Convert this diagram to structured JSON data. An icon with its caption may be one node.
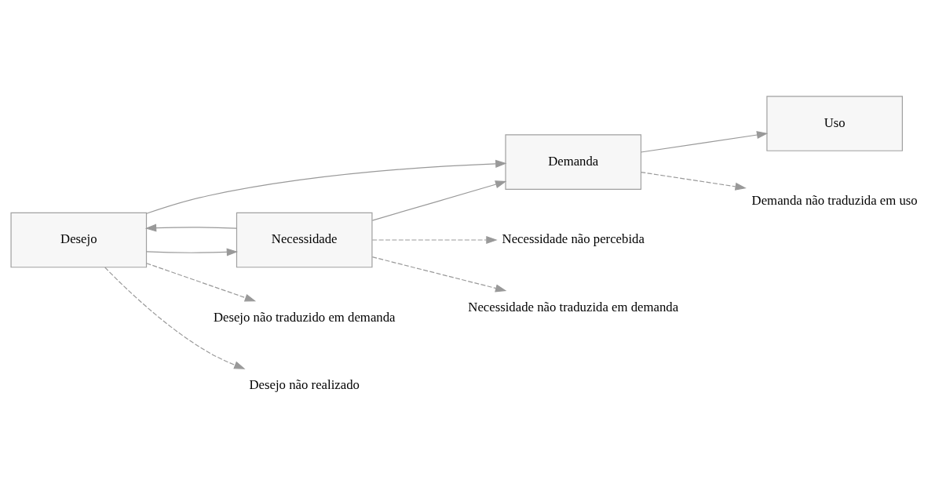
{
  "diagram": {
    "nodes": [
      {
        "text": [
          "Desejo"
        ]
      },
      {
        "text": [
          "Demanda"
        ]
      },
      {
        "text": [
          "Uso"
        ]
      },
      {
        "text": [
          "Necessidade"
        ]
      },
      {
        "text": [
          "Desejo não traduzido em demanda"
        ]
      },
      {
        "text": [
          "Desejo não realizado"
        ]
      },
      {
        "text": [
          "Necessidade não percebida"
        ]
      },
      {
        "text": [
          "Demanda não traduzida em uso"
        ]
      },
      {
        "text": [
          "Necessidade não traduzida em demanda"
        ]
      }
    ],
    "edges": [
      {
        "from": 0,
        "to": 1,
        "arrow": "to"
      },
      {
        "from": 1,
        "to": 2,
        "arrow": "to"
      },
      {
        "from": 3,
        "to": 0,
        "arrow": "to"
      },
      {
        "from": 0,
        "to": 3,
        "arrow": "to"
      },
      {
        "from": 3,
        "to": 1,
        "arrow": "to"
      },
      {
        "from": 0,
        "to": 4,
        "arrow": "to",
        "style": "dashed"
      },
      {
        "from": 0,
        "to": 5,
        "arrow": "to",
        "style": "dashed"
      },
      {
        "from": 3,
        "to": 6,
        "arrow": "to",
        "style": "dashed"
      },
      {
        "from": 1,
        "to": 7,
        "arrow": "to",
        "style": "dashed"
      },
      {
        "from": 3,
        "to": 8,
        "arrow": "to",
        "style": "dashed"
      }
    ]
  }
}
